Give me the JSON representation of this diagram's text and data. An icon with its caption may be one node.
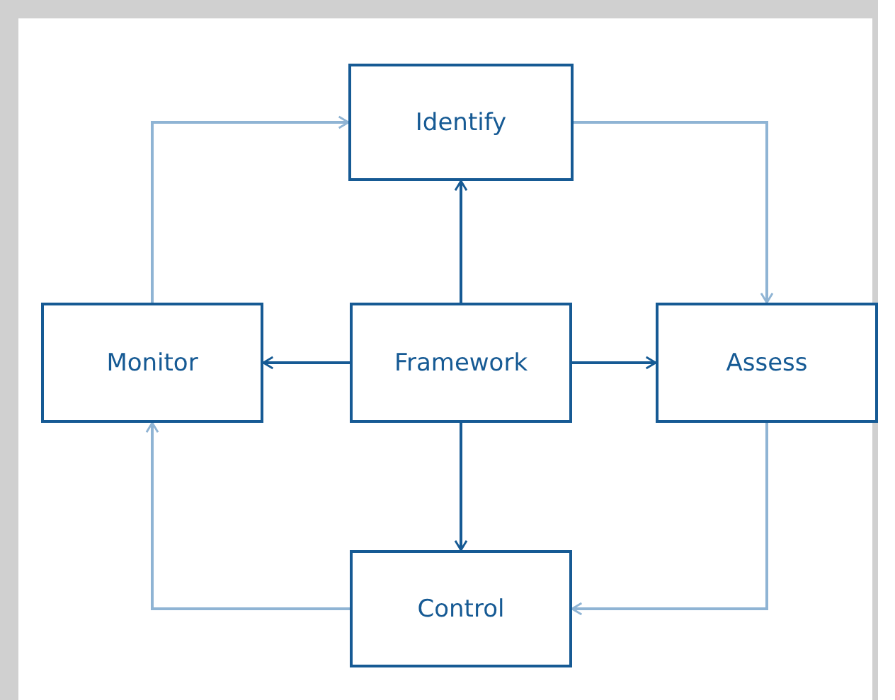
{
  "diagram": {
    "nodes": [
      {
        "text": [
          "Identify"
        ]
      },
      {
        "text": [
          "Monitor"
        ]
      },
      {
        "text": [
          "Framework"
        ]
      },
      {
        "text": [
          "Assess"
        ]
      },
      {
        "text": [
          "Control"
        ]
      }
    ],
    "edges": [
      {
        "from": 2,
        "to": 0,
        "arrow": "to"
      },
      {
        "from": 2,
        "to": 1,
        "arrow": "to"
      },
      {
        "from": 2,
        "to": 3,
        "arrow": "to"
      },
      {
        "from": 2,
        "to": 4,
        "arrow": "to"
      },
      {
        "from": 1,
        "to": 0,
        "arrow": "to",
        "color": "#8fb4d4"
      },
      {
        "from": 0,
        "to": 3,
        "arrow": "to",
        "color": "#8fb4d4"
      },
      {
        "from": 3,
        "to": 4,
        "arrow": "to",
        "color": "#8fb4d4"
      },
      {
        "from": 4,
        "to": 1,
        "arrow": "to",
        "color": "#8fb4d4"
      }
    ]
  }
}
